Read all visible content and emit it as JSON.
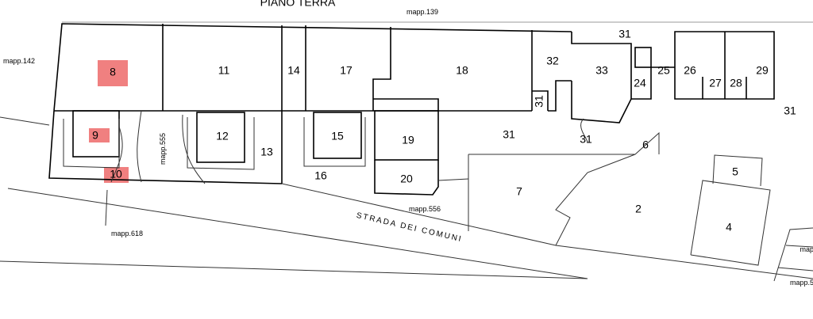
{
  "title": "PIANO TERRA",
  "road_label": "STRADA DEI COMUNI",
  "highlight_color": "#f08080",
  "highlighted_units": [
    "8",
    "9",
    "10"
  ],
  "parcel_labels": {
    "m139": "mapp.139",
    "m142": "mapp.142",
    "m555": "mapp.555",
    "m556": "mapp.556",
    "m618": "mapp.618",
    "m_r1": "mapp.",
    "m_r2": "mapp.5"
  },
  "units": {
    "u2": "2",
    "u4": "4",
    "u5": "5",
    "u6": "6",
    "u7": "7",
    "u8": "8",
    "u9": "9",
    "u10": "10",
    "u11": "11",
    "u12": "12",
    "u13": "13",
    "u14": "14",
    "u15": "15",
    "u16": "16",
    "u17": "17",
    "u18": "18",
    "u19": "19",
    "u20": "20",
    "u24": "24",
    "u25": "25",
    "u26": "26",
    "u27": "27",
    "u28": "28",
    "u29": "29",
    "u31a": "31",
    "u31b": "31",
    "u31c": "31",
    "u31d": "31",
    "u31e": "31",
    "u32": "32",
    "u33": "33"
  }
}
